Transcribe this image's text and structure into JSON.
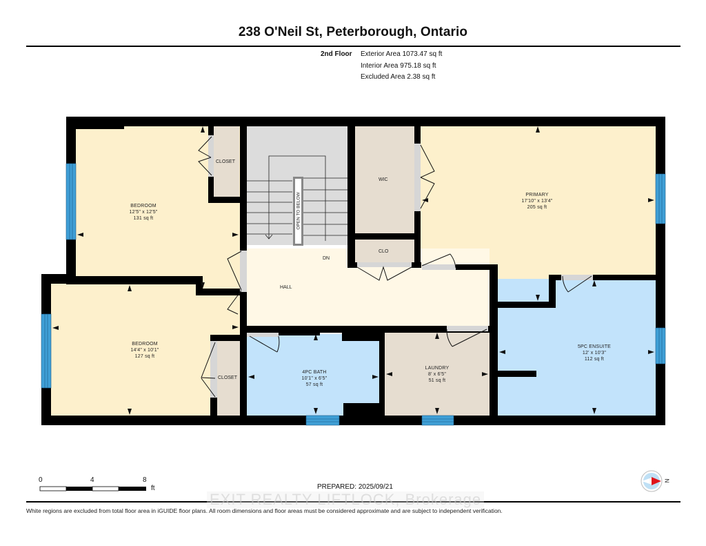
{
  "header": {
    "title": "238 O'Neil St, Peterborough, Ontario",
    "floor_name": "2nd Floor",
    "exterior_area": "Exterior Area 1073.47 sq ft",
    "interior_area": "Interior Area 975.18 sq ft",
    "excluded_area": "Excluded Area 2.38 sq ft"
  },
  "rooms": [
    {
      "name": "BEDROOM",
      "dims": "12'5\" x 12'5\"",
      "area": "131 sq ft",
      "color": "#fdf0cc"
    },
    {
      "name": "BEDROOM",
      "dims": "14'4\" x 10'1\"",
      "area": "127 sq ft",
      "color": "#fdf0cc"
    },
    {
      "name": "PRIMARY",
      "dims": "17'10\" x 13'4\"",
      "area": "205 sq ft",
      "color": "#fdf0cc"
    },
    {
      "name": "4PC BATH",
      "dims": "10'1\" x 6'5\"",
      "area": "57 sq ft",
      "color": "#c2e3fb"
    },
    {
      "name": "LAUNDRY",
      "dims": "8' x 6'5\"",
      "area": "51 sq ft",
      "color": "#e6ddd0"
    },
    {
      "name": "5PC ENSUITE",
      "dims": "12' x 10'3\"",
      "area": "112 sq ft",
      "color": "#c2e3fb"
    }
  ],
  "labels": {
    "closet_top": "CLOSET",
    "closet_bottom": "CLOSET",
    "wic": "WIC",
    "clo": "CLO",
    "hall": "HALL",
    "dn": "DN",
    "open_to_below": "OPEN TO BELOW"
  },
  "colors": {
    "wall": "#000000",
    "bedroom_fill": "#fdf0cc",
    "hall_fill": "#fff8e6",
    "bath_fill": "#c2e3fb",
    "storage_fill": "#e6ddd0",
    "stair_fill": "#dcdcdc",
    "window": "#3f9fd6"
  },
  "scale_bar": {
    "ticks": [
      "0",
      "4",
      "8"
    ],
    "unit": "ft"
  },
  "footer": {
    "prepared": "PREPARED: 2025/09/21",
    "watermark": "EXIT REALTY LIFTLOCK, Brokerage",
    "disclaimer": "White regions are excluded from total floor area in iGUIDE floor plans. All room dimensions and floor areas must be considered approximate and are subject to independent verification.",
    "compass_label": "N"
  }
}
